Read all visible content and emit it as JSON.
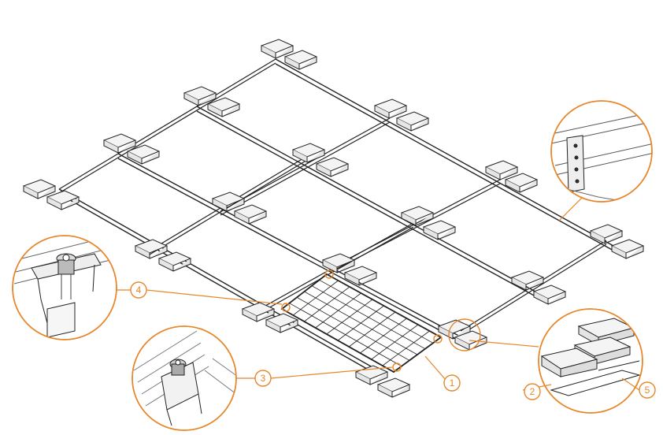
{
  "colors": {
    "callout": "#e8862a",
    "line": "#222222",
    "ballast_fill": "#f4f4f4",
    "detail_bg": "#ffffff"
  },
  "callouts": [
    {
      "number": "1",
      "target": "solar-panel"
    },
    {
      "number": "2",
      "target": "cable-tie"
    },
    {
      "number": "3",
      "target": "end-clamp-detail"
    },
    {
      "number": "4",
      "target": "mid-clamp-detail"
    },
    {
      "number": "5",
      "target": "ground-strap"
    }
  ],
  "details": [
    {
      "name": "mid-clamp-detail"
    },
    {
      "name": "end-clamp-detail"
    },
    {
      "name": "rail-splice-detail"
    },
    {
      "name": "ballast-block-detail"
    }
  ]
}
